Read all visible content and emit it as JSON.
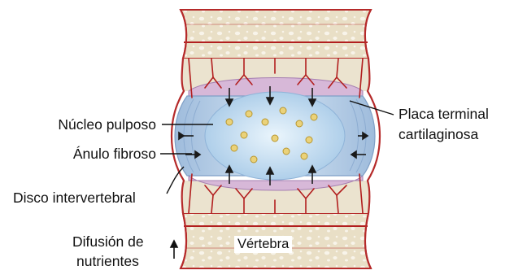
{
  "labels": {
    "nucleus": "Núcleo pulposo",
    "annulus": "Ánulo fibroso",
    "disc": "Disco intervertebral",
    "diffusion_line1": "Difusión de",
    "diffusion_line2": "nutrientes",
    "endplate_line1": "Placa terminal",
    "endplate_line2": "cartilaginosa",
    "vertebra": "Vértebra"
  },
  "colors": {
    "bone": "#ebe3cf",
    "bone_pores": "#f7f3e8",
    "bone_border": "#b52a2a",
    "vessel": "#b21f1f",
    "endplate": "#d7b8d8",
    "annulus": "#b9cfe6",
    "nucleus": "#d4e9f7",
    "nucleus_dot": "#e4c35a",
    "arrow": "#1a1a1a",
    "text": "#111111"
  }
}
